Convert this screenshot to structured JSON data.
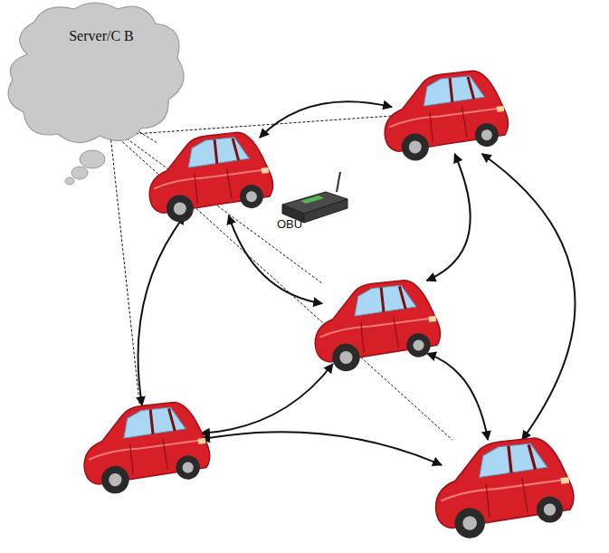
{
  "diagram": {
    "nodes": [
      {
        "text": [
          "Server/C B"
        ]
      },
      {
        "text": []
      },
      {
        "text": []
      },
      {
        "text": []
      },
      {
        "text": []
      },
      {
        "text": []
      }
    ],
    "edges": [
      {
        "from": 0,
        "to": 1,
        "arrow": "none"
      },
      {
        "from": 0,
        "to": 2,
        "arrow": "none"
      },
      {
        "from": 0,
        "to": 3,
        "arrow": "none"
      },
      {
        "from": 0,
        "to": 4,
        "arrow": "none"
      },
      {
        "from": 0,
        "to": 5,
        "arrow": "none"
      },
      {
        "from": 2,
        "to": 1,
        "arrow": "both"
      },
      {
        "from": 2,
        "to": 3,
        "arrow": "both"
      },
      {
        "from": 1,
        "to": 3,
        "arrow": "both"
      },
      {
        "from": 1,
        "to": 5,
        "arrow": "both"
      },
      {
        "from": 2,
        "to": 4,
        "arrow": "both"
      },
      {
        "from": 4,
        "to": 3,
        "arrow": "both"
      },
      {
        "from": 3,
        "to": 5,
        "arrow": "both"
      },
      {
        "from": 4,
        "to": 5,
        "arrow": "both"
      }
    ],
    "labels": [
      "OBU"
    ]
  }
}
